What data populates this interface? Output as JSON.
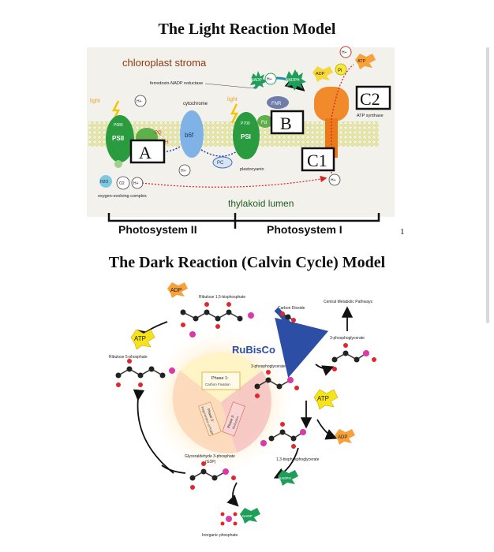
{
  "titles": {
    "light": "The Light Reaction Model",
    "dark": "The Dark Reaction (Calvin Cycle) Model",
    "page_number": "1"
  },
  "light": {
    "stroma": "chloroplast stroma",
    "lumen": "thylakoid lumen",
    "fnr_enzyme": "ferredoxin-NADP reductase",
    "cytochrome": "cytochrome",
    "plastocyanin": "plastocyanin",
    "oxygen_complex": "oxygen-evolving complex",
    "atp_synthase": "ATP synthase",
    "light_left": "light",
    "light_right": "light",
    "photosystem_ii": "Photosystem II",
    "photosystem_i": "Photosystem I",
    "psii": "PSII",
    "psi": "PSI",
    "p680": "P680",
    "p700": "P700",
    "pq": "PQ",
    "pqh2": "PQH",
    "b6f": "b6f",
    "pc": "PC",
    "fd": "Fd",
    "fnr": "FNR",
    "h2o": "H2O",
    "o2": "O2",
    "h_plus": "H+",
    "nadp": "NADP",
    "nadph": "NADPH",
    "adp": "ADP",
    "pi": "Pi",
    "atp": "ATP",
    "box_a": "A",
    "box_b": "B",
    "box_c1": "C1",
    "box_c2": "C2"
  },
  "dark": {
    "ribulose_bp": "Ribulose 1,5-bisphosphate",
    "carbon_dioxide": "Carbon Dioxide",
    "central_pathways": "Central Metabolic Pathways",
    "pga": "3-phosphoglycerate",
    "pga2": "3-phosphoglycerate",
    "rubisco": "RuBisCo",
    "ribulose_5p": "Ribulose 5-phosphate",
    "phase1": "Phase 1:",
    "phase1_sub": "Carbon Fixation",
    "phase2": "Phase 2:",
    "phase2_sub": "Reduction",
    "phase3": "Phase 3:",
    "phase3_sub": "Regeneration of RuBP",
    "g3p": "Glyceraldehyde 3-phosphate",
    "g3p_abbr": "(G3P)",
    "bpg": "1,3-bisphosphoglycerate",
    "inorganic_phosphate": "Inorganic phosphate",
    "atp": "ATP",
    "adp": "ADP",
    "nadph": "NADPH",
    "nadp": "NADP"
  },
  "colors": {
    "stroma_text": "#8a3b12",
    "lumen_text": "#1f5c1f",
    "membrane": "#e7e9a6",
    "psii": "#2a9b3f",
    "cytochrome": "#7fb2e5",
    "atp_synthase": "#f08a2b",
    "rubisco": "#2c4ea5",
    "atp_star": "#f6e41b",
    "adp_star": "#f7a13b",
    "nadph_star": "#1f9e5a",
    "phosphate": "#d93aa8",
    "oxygen": "#e3262b"
  }
}
